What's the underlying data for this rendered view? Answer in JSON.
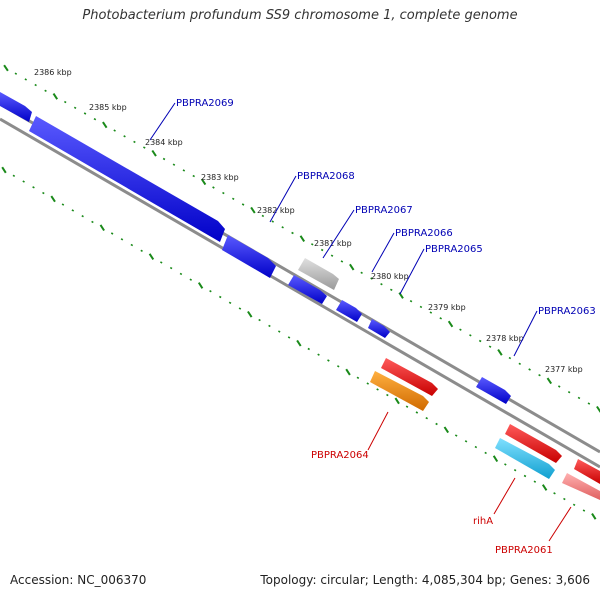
{
  "title": "Photobacterium profundum SS9 chromosome 1, complete genome",
  "footer": {
    "accession": "Accession: NC_006370",
    "summary": "Topology: circular; Length: 4,085,304 bp; Genes: 3,606"
  },
  "colors": {
    "backbone": "#8c8c8c",
    "tick": "#1a8a1a",
    "forward_label": "#0000b4",
    "reverse_label": "#cc0000",
    "forward_gene": "#1010ee",
    "reverse_gene": "#ee1111"
  },
  "kbp_ticks": [
    "2386 kbp",
    "2385 kbp",
    "2384 kbp",
    "2383 kbp",
    "2382 kbp",
    "2381 kbp",
    "2380 kbp",
    "2379 kbp",
    "2378 kbp",
    "2377 kbp"
  ],
  "genes": {
    "forward": [
      {
        "label": "PBPRA2069",
        "color": "#1010ee"
      },
      {
        "label": "PBPRA2068",
        "color": "#1010ee"
      },
      {
        "label": "PBPRA2067",
        "color": "#b8b8b8"
      },
      {
        "label": "PBPRA2066",
        "color": "#1010ee"
      },
      {
        "label": "PBPRA2065",
        "color": "#1010ee"
      },
      {
        "label": "PBPRA2063",
        "color": "#1010ee"
      }
    ],
    "reverse": [
      {
        "label": "PBPRA2064",
        "color": "#ff8c00"
      },
      {
        "label": "rihA",
        "color": "#22bbee"
      },
      {
        "label": "PBPRA2061",
        "color": "#f08080"
      }
    ]
  }
}
